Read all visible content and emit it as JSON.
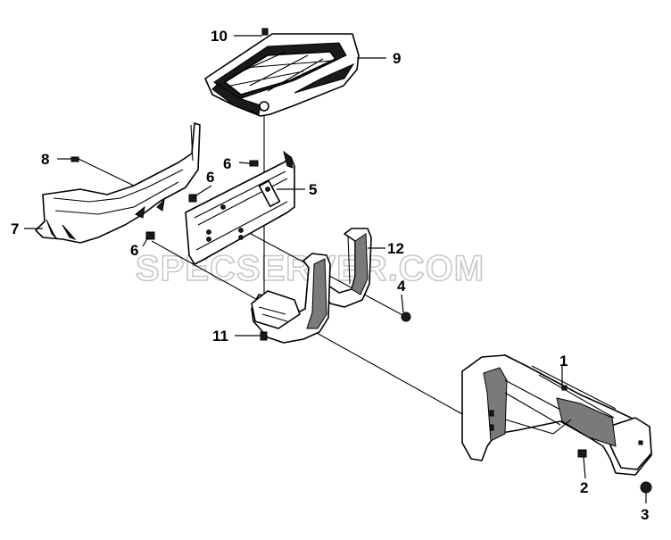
{
  "diagram": {
    "watermark": "SPECSERVER.COM",
    "callouts": [
      {
        "id": "1",
        "label": "1"
      },
      {
        "id": "2",
        "label": "2"
      },
      {
        "id": "3",
        "label": "3"
      },
      {
        "id": "4",
        "label": "4"
      },
      {
        "id": "5",
        "label": "5"
      },
      {
        "id": "6a",
        "label": "6"
      },
      {
        "id": "6b",
        "label": "6"
      },
      {
        "id": "6c",
        "label": "6"
      },
      {
        "id": "7",
        "label": "7"
      },
      {
        "id": "8",
        "label": "8"
      },
      {
        "id": "9",
        "label": "9"
      },
      {
        "id": "10",
        "label": "10"
      },
      {
        "id": "11",
        "label": "11"
      },
      {
        "id": "12",
        "label": "12"
      }
    ]
  }
}
